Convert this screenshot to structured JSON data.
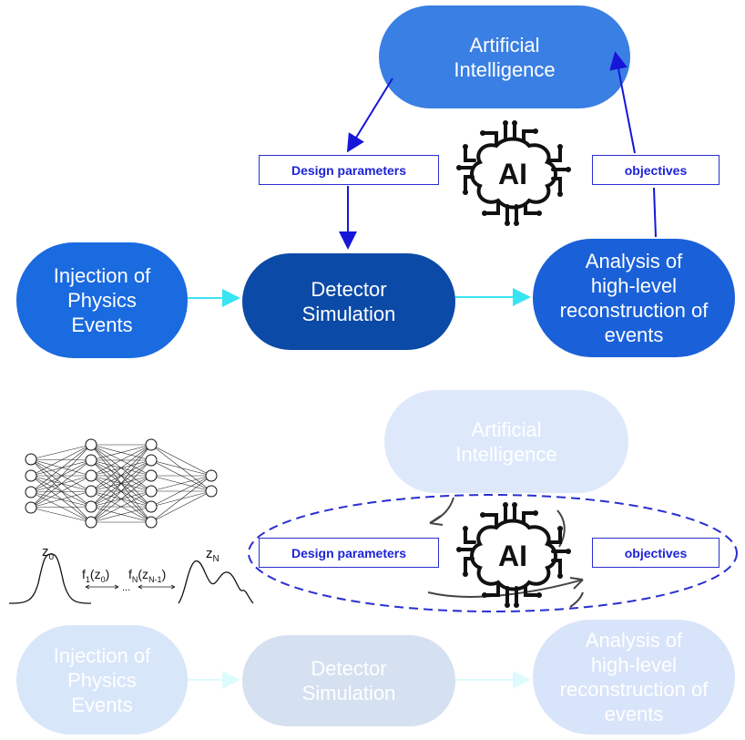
{
  "top": {
    "ai_node": "Artificial\nIntelligence",
    "injection_node": "Injection of\nPhysics\nEvents",
    "detector_node": "Detector\nSimulation",
    "analysis_node": "Analysis of\nhigh-level\nreconstruction of\nevents",
    "design_box": "Design parameters",
    "objectives_box": "objectives",
    "ai_icon_text": "AI"
  },
  "bottom": {
    "ai_node": "Artificial\nIntelligence",
    "injection_node": "Injection of\nPhysics\nEvents",
    "detector_node": "Detector\nSimulation",
    "analysis_node": "Analysis of\nhigh-level\nreconstruction of\nevents",
    "design_box": "Design parameters",
    "objectives_box": "objectives",
    "ai_icon_text": "AI"
  },
  "flow_labels": {
    "z0": "z",
    "z0_sub": "0",
    "zN": "z",
    "zN_sub": "N",
    "f1": "f",
    "f1_sub": "1",
    "f1_arg": "(z",
    "f1_arg_sub": "0",
    "f1_close": ")",
    "fN": "f",
    "fN_sub": "N",
    "fN_arg": "(z",
    "fN_arg_sub": "N-1",
    "fN_close": ")",
    "dots": "..."
  },
  "colors": {
    "ai": "#3a7fe3",
    "injection": "#1a6ae0",
    "detector": "#0b4aa6",
    "analysis": "#1a60d8",
    "arrow_blue": "#1616d8",
    "arrow_cyan": "#38e4f2",
    "dashed": "#2a2fd0"
  }
}
